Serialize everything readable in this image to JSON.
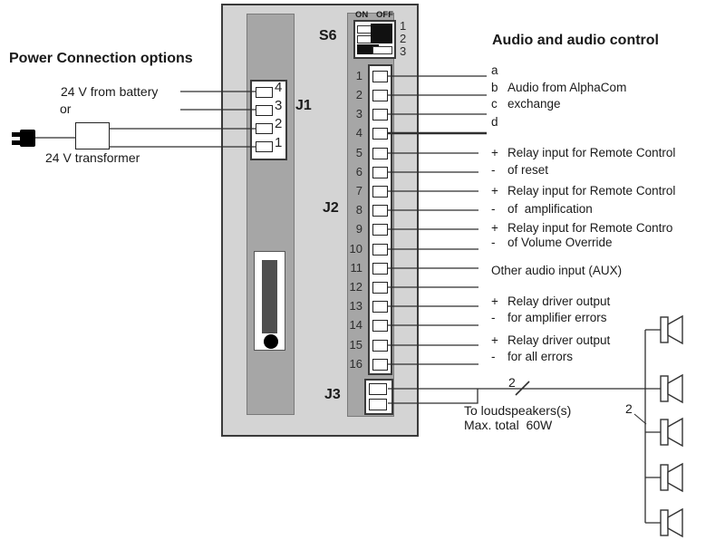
{
  "left": {
    "title": "Power Connection options",
    "battery_label": "24 V from battery",
    "or_label": "or",
    "transformer_label": "24 V transformer"
  },
  "device": {
    "j1_label": "J1",
    "j1_pins": [
      "4",
      "3",
      "2",
      "1"
    ],
    "s6_label": "S6",
    "dip_on_label": "ON",
    "dip_off_label": "OFF",
    "dip_row_numbers": [
      "1",
      "2",
      "3"
    ],
    "j2_label": "J2",
    "j2_pins": [
      "1",
      "2",
      "3",
      "4",
      "5",
      "6",
      "7",
      "8",
      "9",
      "10",
      "11",
      "12",
      "13",
      "14",
      "15",
      "16"
    ],
    "j3_label": "J3"
  },
  "right": {
    "title": "Audio and audio control",
    "items": [
      {
        "prefix": "a",
        "text": ""
      },
      {
        "prefix": "b",
        "text": "Audio from AlphaCom"
      },
      {
        "prefix": "c",
        "text": "exchange"
      },
      {
        "prefix": "d",
        "text": ""
      },
      {
        "prefix": "+",
        "text": "Relay input for Remote Control"
      },
      {
        "prefix": "-",
        "text": "of reset"
      },
      {
        "prefix": "+",
        "text": "Relay input for Remote Control"
      },
      {
        "prefix": "-",
        "text": "of  amplification"
      },
      {
        "prefix": "+",
        "text": "Relay input for Remote Contro"
      },
      {
        "prefix": "-",
        "text": "of Volume Override"
      },
      {
        "prefix": "",
        "text": "Other audio input (AUX)"
      },
      {
        "prefix": "+",
        "text": "Relay driver output"
      },
      {
        "prefix": "-",
        "text": "for amplifier errors"
      },
      {
        "prefix": "+",
        "text": "Relay driver output"
      },
      {
        "prefix": "-",
        "text": "for all errors"
      }
    ]
  },
  "loudspeakers": {
    "note_line1": "To loudspeakers(s)",
    "note_line2": "Max. total  60W",
    "wire_count": "2",
    "branch_count": "2"
  },
  "colors": {
    "background": "#ffffff",
    "device_body": "#d4d4d4",
    "connector_strip": "#a6a6a6",
    "outline": "#3a3a3a",
    "switch_actuator": "#111111"
  }
}
